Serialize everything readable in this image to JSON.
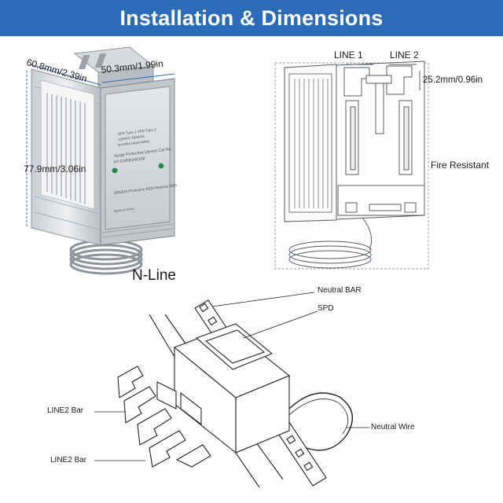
{
  "title": "Installation & Dimensions",
  "dimensions": {
    "depth": "60.8mm/2.39in",
    "width": "50.3mm/1.99in",
    "height": "77.9mm/3.06in",
    "terminal": "25.2mm/0.96in"
  },
  "labels": {
    "line1": "LINE 1",
    "line2": "LINE 2",
    "fire_resistant": "Fire Resistant",
    "n_line": "N-Line",
    "neutral_bar": "Neutral BAR",
    "spd": "SPD",
    "line2_bar_a": "LINE2 Bar",
    "line2_bar_b": "LINE2 Bar",
    "neutral_wire": "Neutral Wire"
  },
  "device_front": {
    "spec_line1": "SPD Type 1  SPD Type 2",
    "spec_line2": "120VAC 50/60Hz",
    "spec_line3": "In=20kA  Imax=40kA",
    "product_name": "Surge Protective Device Cat.No",
    "model": "HT-DSPD240158",
    "indicator_text": "GREEN=Protection RED=Replace SPD",
    "made_in": "Made in China"
  },
  "colors": {
    "banner": "#2b6bb8",
    "indicator": "#1f8a4c",
    "dimension_line": "#2b6bb8"
  }
}
